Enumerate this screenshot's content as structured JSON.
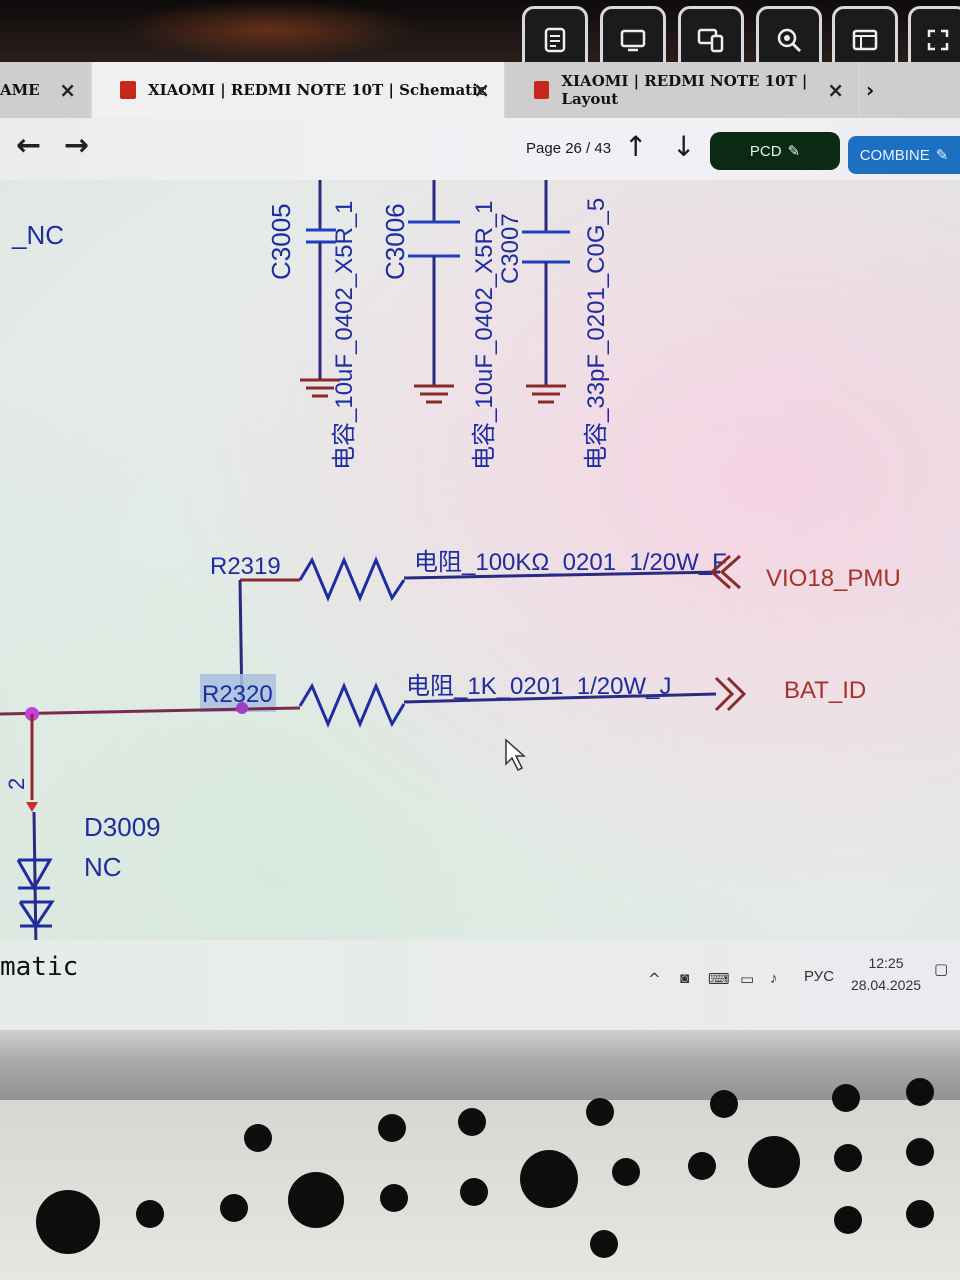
{
  "toolbar_icons": [
    "list-icon",
    "screen-icon",
    "device-icon",
    "search-icon",
    "panel-icon",
    "expand-icon"
  ],
  "tabs": [
    {
      "label": "AME",
      "active": false
    },
    {
      "label": "XIAOMI | REDMI NOTE 10T | Schematic",
      "active": true
    },
    {
      "label": "XIAOMI | REDMI NOTE 10T | Layout",
      "active": false
    }
  ],
  "nav": {
    "page": "Page 26 / 43",
    "pcd_label": "PCD",
    "combine_label": "COMBINE"
  },
  "schematic": {
    "net_nc_top": "_NC",
    "caps": [
      {
        "ref": "C3005",
        "value": "电容_10uF_0402_X5R_1"
      },
      {
        "ref": "C3006",
        "value": "电容_10uF_0402_X5R_1"
      },
      {
        "ref": "C3007",
        "value": "电容_33pF_0201_C0G_5"
      }
    ],
    "resistors": [
      {
        "ref": "R2319",
        "value": "电阻_100KΩ_0201_1/20W_F",
        "net": "VIO18_PMU"
      },
      {
        "ref": "R2320",
        "value": "电阻_1K_0201_1/20W_J",
        "net": "BAT_ID"
      }
    ],
    "diode": {
      "ref": "D3009",
      "value": "NC",
      "pin": "2"
    },
    "bottom_label": "matic"
  },
  "taskbar": {
    "lang": "РУС",
    "time": "12:25",
    "date": "28.04.2025"
  }
}
